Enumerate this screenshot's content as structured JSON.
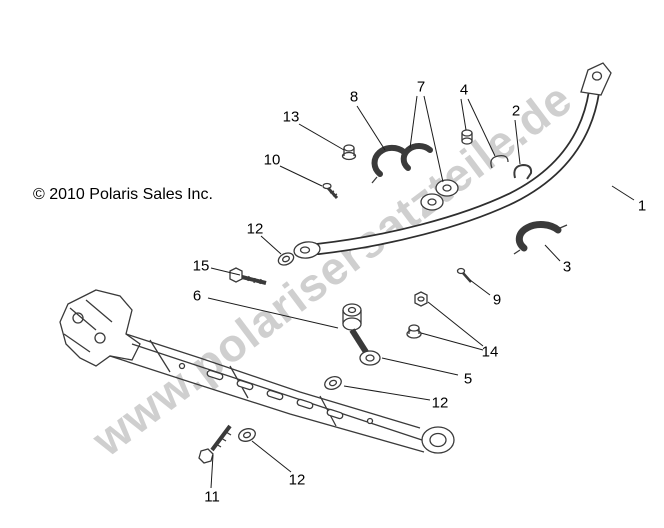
{
  "copyright": "© 2010 Polaris Sales Inc.",
  "watermark": "www.polarisersatzteile.de",
  "colors": {
    "line": "#3a3a3a",
    "watermark": "#a0a0a0",
    "background": "#ffffff",
    "text": "#000000"
  },
  "callouts": [
    {
      "label": "1"
    },
    {
      "label": "2"
    },
    {
      "label": "3"
    },
    {
      "label": "4"
    },
    {
      "label": "5"
    },
    {
      "label": "6"
    },
    {
      "label": "7"
    },
    {
      "label": "8"
    },
    {
      "label": "9"
    },
    {
      "label": "10"
    },
    {
      "label": "11"
    },
    {
      "label": "12"
    },
    {
      "label": "12"
    },
    {
      "label": "12"
    },
    {
      "label": "13"
    },
    {
      "label": "14"
    },
    {
      "label": "15"
    }
  ]
}
